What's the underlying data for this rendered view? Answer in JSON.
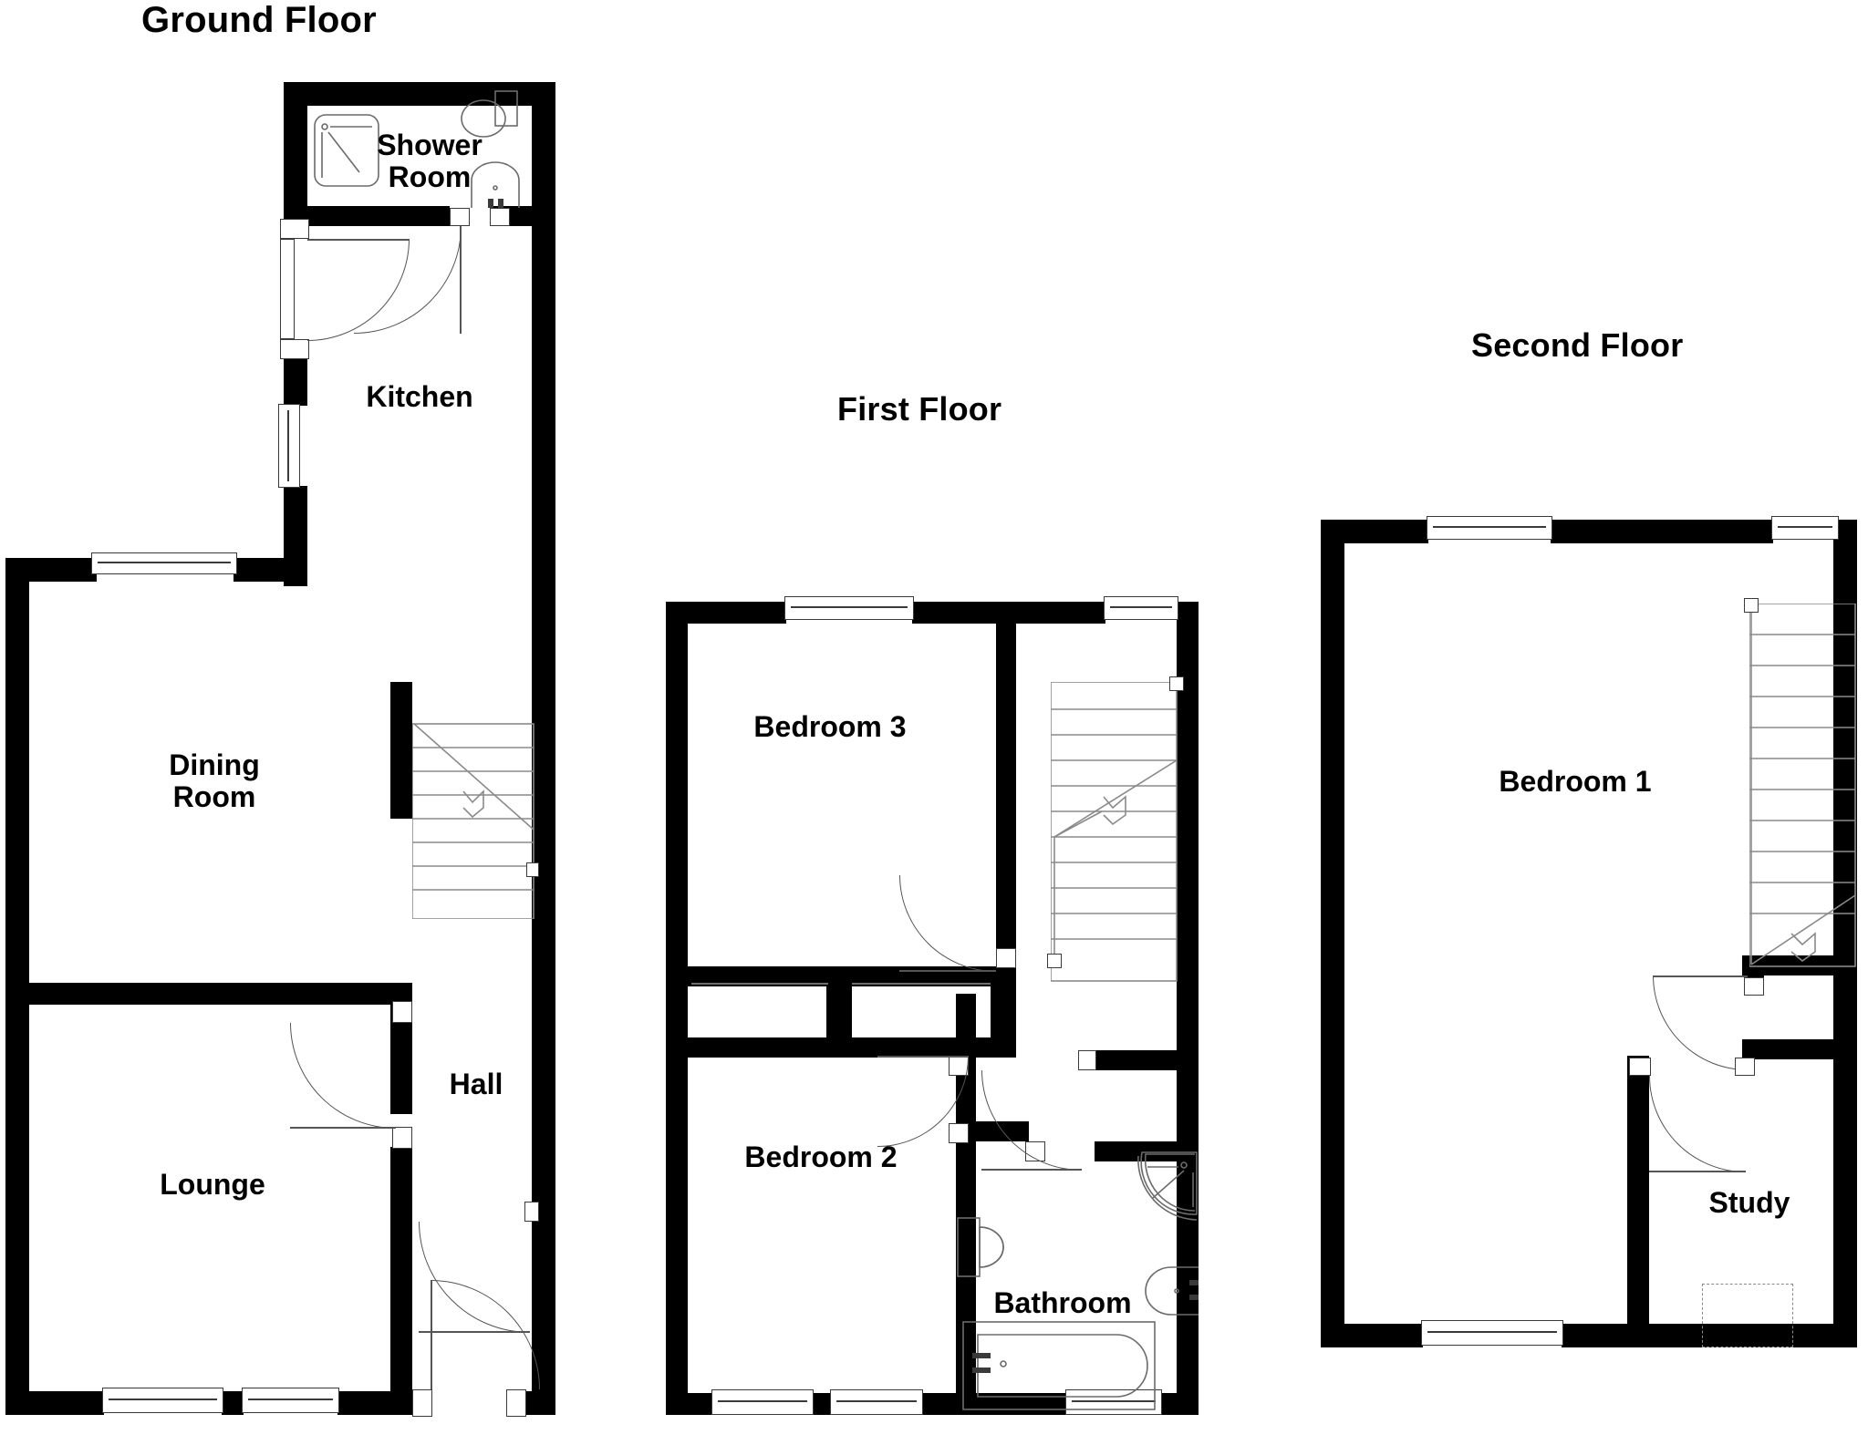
{
  "document": {
    "type": "residential-floor-plan",
    "background_color": "#ffffff",
    "wall_color": "#000000",
    "line_color": "#6f6f6f"
  },
  "floors": [
    {
      "key": "ground",
      "title": "Ground Floor",
      "rooms": [
        {
          "key": "shower_room",
          "label": "Shower\nRoom",
          "fixtures": [
            "shower-tray",
            "toilet",
            "basin"
          ],
          "doors": 1
        },
        {
          "key": "kitchen",
          "label": "Kitchen",
          "fixtures": [],
          "doors": 1,
          "windows": 1
        },
        {
          "key": "dining_room",
          "label": "Dining\nRoom",
          "fixtures": [],
          "windows": 1
        },
        {
          "key": "hall",
          "label": "Hall",
          "fixtures": [
            "staircase"
          ],
          "doors": 2
        },
        {
          "key": "lounge",
          "label": "Lounge",
          "fixtures": [],
          "windows": 2,
          "doors": 1
        }
      ]
    },
    {
      "key": "first",
      "title": "First Floor",
      "rooms": [
        {
          "key": "bedroom_3",
          "label": "Bedroom 3",
          "windows": 2,
          "doors": 1
        },
        {
          "key": "bedroom_2",
          "label": "Bedroom 2",
          "windows": 2,
          "doors": 1
        },
        {
          "key": "bathroom",
          "label": "Bathroom",
          "fixtures": [
            "corner-shower",
            "basin",
            "toilet",
            "bath"
          ],
          "windows": 1,
          "doors": 1
        },
        {
          "key": "landing",
          "label": "",
          "fixtures": [
            "staircase"
          ],
          "windows": 1
        }
      ]
    },
    {
      "key": "second",
      "title": "Second Floor",
      "rooms": [
        {
          "key": "bedroom_1",
          "label": "Bedroom 1",
          "windows": 3,
          "fixtures": [
            "staircase"
          ]
        },
        {
          "key": "study",
          "label": "Study",
          "doors": 1,
          "fixtures": [
            "dashed-recess"
          ]
        }
      ]
    }
  ],
  "labels": {
    "ground_floor": "Ground Floor",
    "first_floor": "First Floor",
    "second_floor": "Second Floor",
    "shower_room": "Shower\nRoom",
    "kitchen": "Kitchen",
    "dining_room": "Dining\nRoom",
    "hall": "Hall",
    "lounge": "Lounge",
    "bedroom_3": "Bedroom 3",
    "bedroom_2": "Bedroom 2",
    "bathroom": "Bathroom",
    "bedroom_1": "Bedroom 1",
    "study": "Study"
  }
}
